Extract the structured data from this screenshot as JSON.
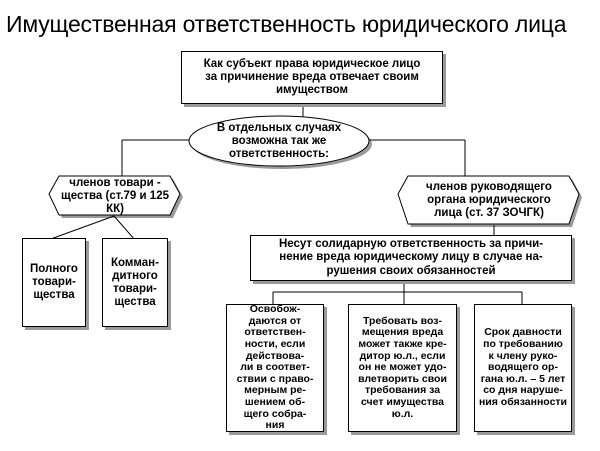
{
  "title": "Имущественная ответственность юридического лица",
  "nodes": {
    "root": "Как субъект права юридическое  лицо\nза причинение вреда отвечает своим\nимуществом",
    "oval": "В отдельных случаях\nвозможна так же\nответственность:",
    "members": "членов товари -\nщества (ст.79 и 125\nКК)",
    "management": "членов руководящего\nоргана юридического\nлица (ст. 37 ЗОЧГК)",
    "full_partnership": "Полного\nтовари-\nщества",
    "limited_partnership": "Комман-\nдитного\nтовари-\nщества",
    "solidary": "Несут солидарную ответственность за причи-\nнение вреда юридическому лицу в случае на-\nрушения своих обязанностей",
    "exempt": "Освобож-\nдаются от\nответствен-\nности, если\nдействова-\nли в соответ-\nствии с право-\nмерным ре-\nшением об-\nщего собра-\nния",
    "demand": "Требовать воз-\nмещения вреда\nможет также кре-\nдитор ю.л., если\nон не может удо-\nвлетворить свои\nтребования за\nсчет имущества\nю.л.",
    "limitation": "Срок давности\nпо требованию\nк члену руко-\nводящего ор-\nгана ю.л. – 5 лет\nсо дня наруше-\nния обязанности"
  }
}
